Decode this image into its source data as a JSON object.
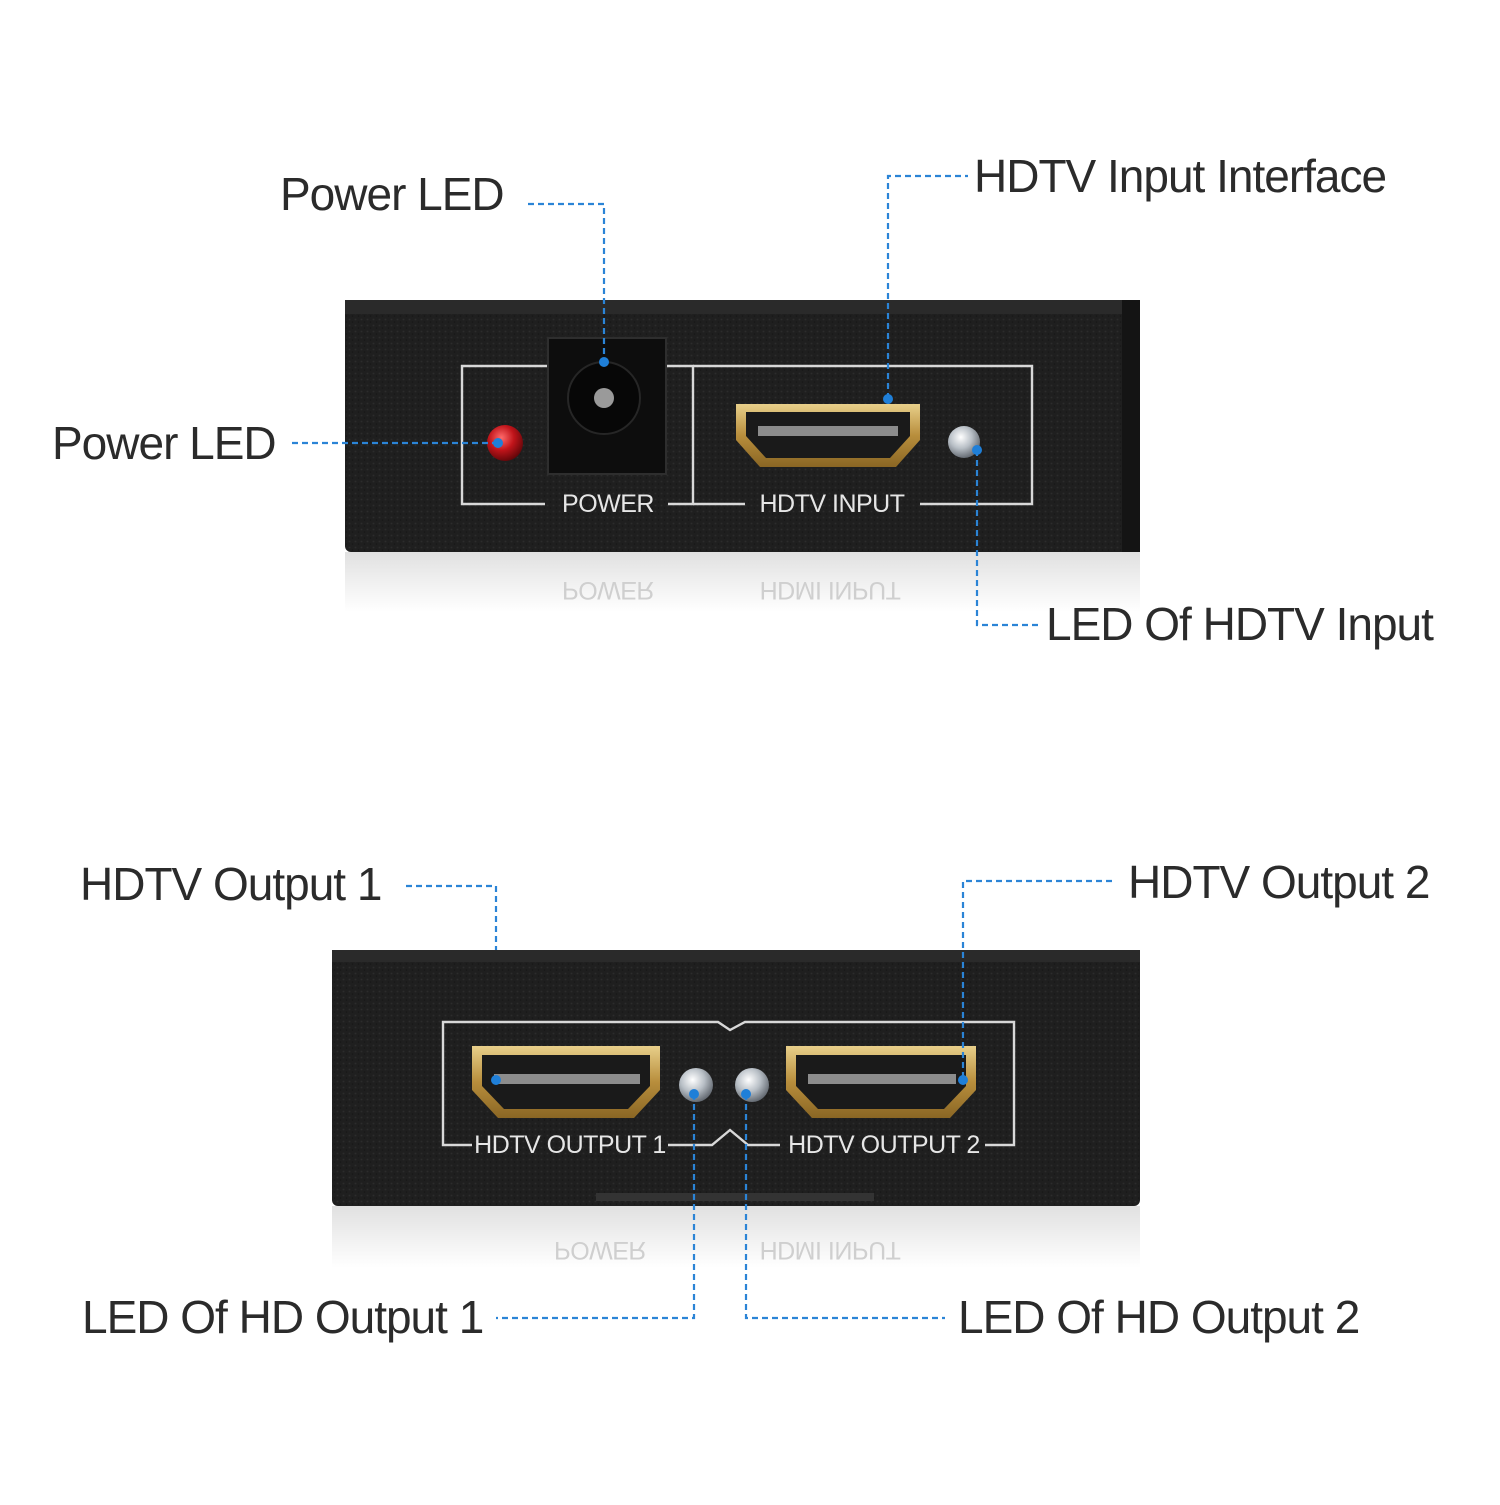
{
  "callouts": {
    "power_led_top": "Power LED",
    "power_led_left": "Power LED",
    "hdtv_input_interface": "HDTV Input Interface",
    "led_of_hdtv_input": "LED Of HDTV Input",
    "hdtv_output_1": "HDTV Output 1",
    "hdtv_output_2": "HDTV Output 2",
    "led_of_hd_output_1": "LED Of HD Output 1",
    "led_of_hd_output_2": "LED Of HD Output 2"
  },
  "front_panel": {
    "power_label": "POWER",
    "input_label": "HDTV INPUT",
    "reflection_power": "POWER",
    "reflection_input": "HDMI INPUT"
  },
  "rear_panel": {
    "output1_label": "HDTV OUTPUT 1",
    "output2_label": "HDTV OUTPUT 2",
    "reflection_power": "POWER",
    "reflection_input": "HDMI INPUT"
  },
  "colors": {
    "device_body": "#1e1e1e",
    "leader_line": "#2b84d6",
    "power_led": "#c0141a",
    "hdmi_gold": "#c8a35a"
  }
}
